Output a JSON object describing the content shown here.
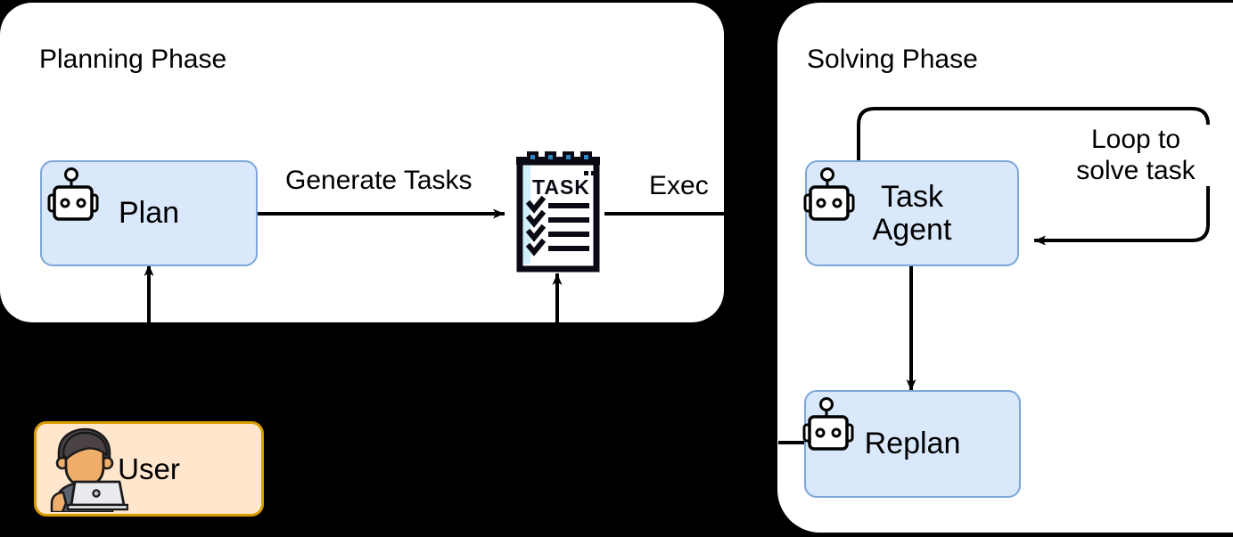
{
  "diagram": {
    "background_color": "#000000",
    "panel_fill": "#FFFFFF",
    "process_fill": "#DAE8FC",
    "process_stroke": "#7EA6D9",
    "actor_fill": "#FFE6CC",
    "actor_stroke": "#D79B00",
    "edge_color": "#000000"
  },
  "panels": [
    {
      "id": "planning",
      "title": "Planning Phase"
    },
    {
      "id": "solving",
      "title": "Solving Phase"
    }
  ],
  "nodes": {
    "plan": {
      "label": "Plan",
      "icon": "robot-icon"
    },
    "task_list": {
      "label": "TASK",
      "icon": "task-clipboard-icon",
      "checked_items": 4
    },
    "task_agent": {
      "label": "Task\nAgent",
      "line1": "Task",
      "line2": "Agent",
      "icon": "robot-icon"
    },
    "replan": {
      "label": "Replan",
      "icon": "robot-icon"
    },
    "user": {
      "label": "User",
      "icon": "user-laptop-icon"
    }
  },
  "edges": {
    "generate_tasks": {
      "label": "Generate Tasks",
      "from": "plan",
      "to": "task_list"
    },
    "exec": {
      "label": "Exec",
      "from": "task_list",
      "to": "task_agent"
    },
    "loop": {
      "label": "Loop to solve task",
      "line1": "Loop to",
      "line2": "solve task",
      "from": "task_agent",
      "to": "task_agent"
    },
    "agent_to_replan": {
      "label": "",
      "from": "task_agent",
      "to": "replan"
    },
    "user_to_plan": {
      "label": "",
      "from": "user",
      "to": "plan"
    },
    "user_to_tasks": {
      "label": "",
      "from": "user",
      "to": "task_list"
    }
  }
}
